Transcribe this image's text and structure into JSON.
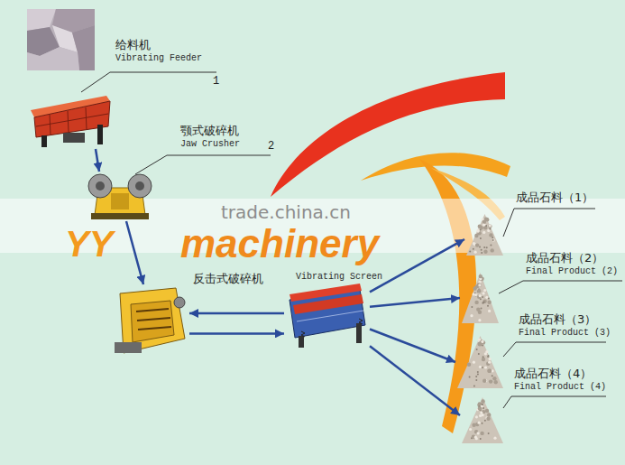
{
  "diagram": {
    "nodes": [
      {
        "text": [
          "给料机",
          "Vibrating Feeder"
        ]
      },
      {
        "text": [
          "颚式破碎机",
          "Jaw Crusher"
        ]
      },
      {
        "text": [
          "反击式破碎机"
        ]
      },
      {
        "text": [
          "Vibrating Screen"
        ]
      },
      {
        "text": [
          "成品石料（1）"
        ]
      },
      {
        "text": [
          "成品石料（2）",
          "Final Product (2)"
        ]
      },
      {
        "text": [
          "成品石料（3）",
          "Final Product (3)"
        ]
      },
      {
        "text": [
          "成品石料（4）",
          "Final Product (4)"
        ]
      }
    ],
    "edges": [
      {
        "from": 0,
        "to": 1,
        "arrow": "to"
      },
      {
        "from": 1,
        "to": 2,
        "arrow": "to"
      },
      {
        "from": 3,
        "to": 2,
        "arrow": "to"
      },
      {
        "from": 2,
        "to": 3,
        "arrow": "to"
      },
      {
        "from": 3,
        "to": 4,
        "arrow": "to"
      },
      {
        "from": 3,
        "to": 5,
        "arrow": "to"
      },
      {
        "from": 3,
        "to": 6,
        "arrow": "to"
      },
      {
        "from": 3,
        "to": 7,
        "arrow": "to"
      }
    ],
    "labels": [
      "1",
      "2",
      "trade.china.cn",
      "YY",
      "machinery"
    ]
  }
}
